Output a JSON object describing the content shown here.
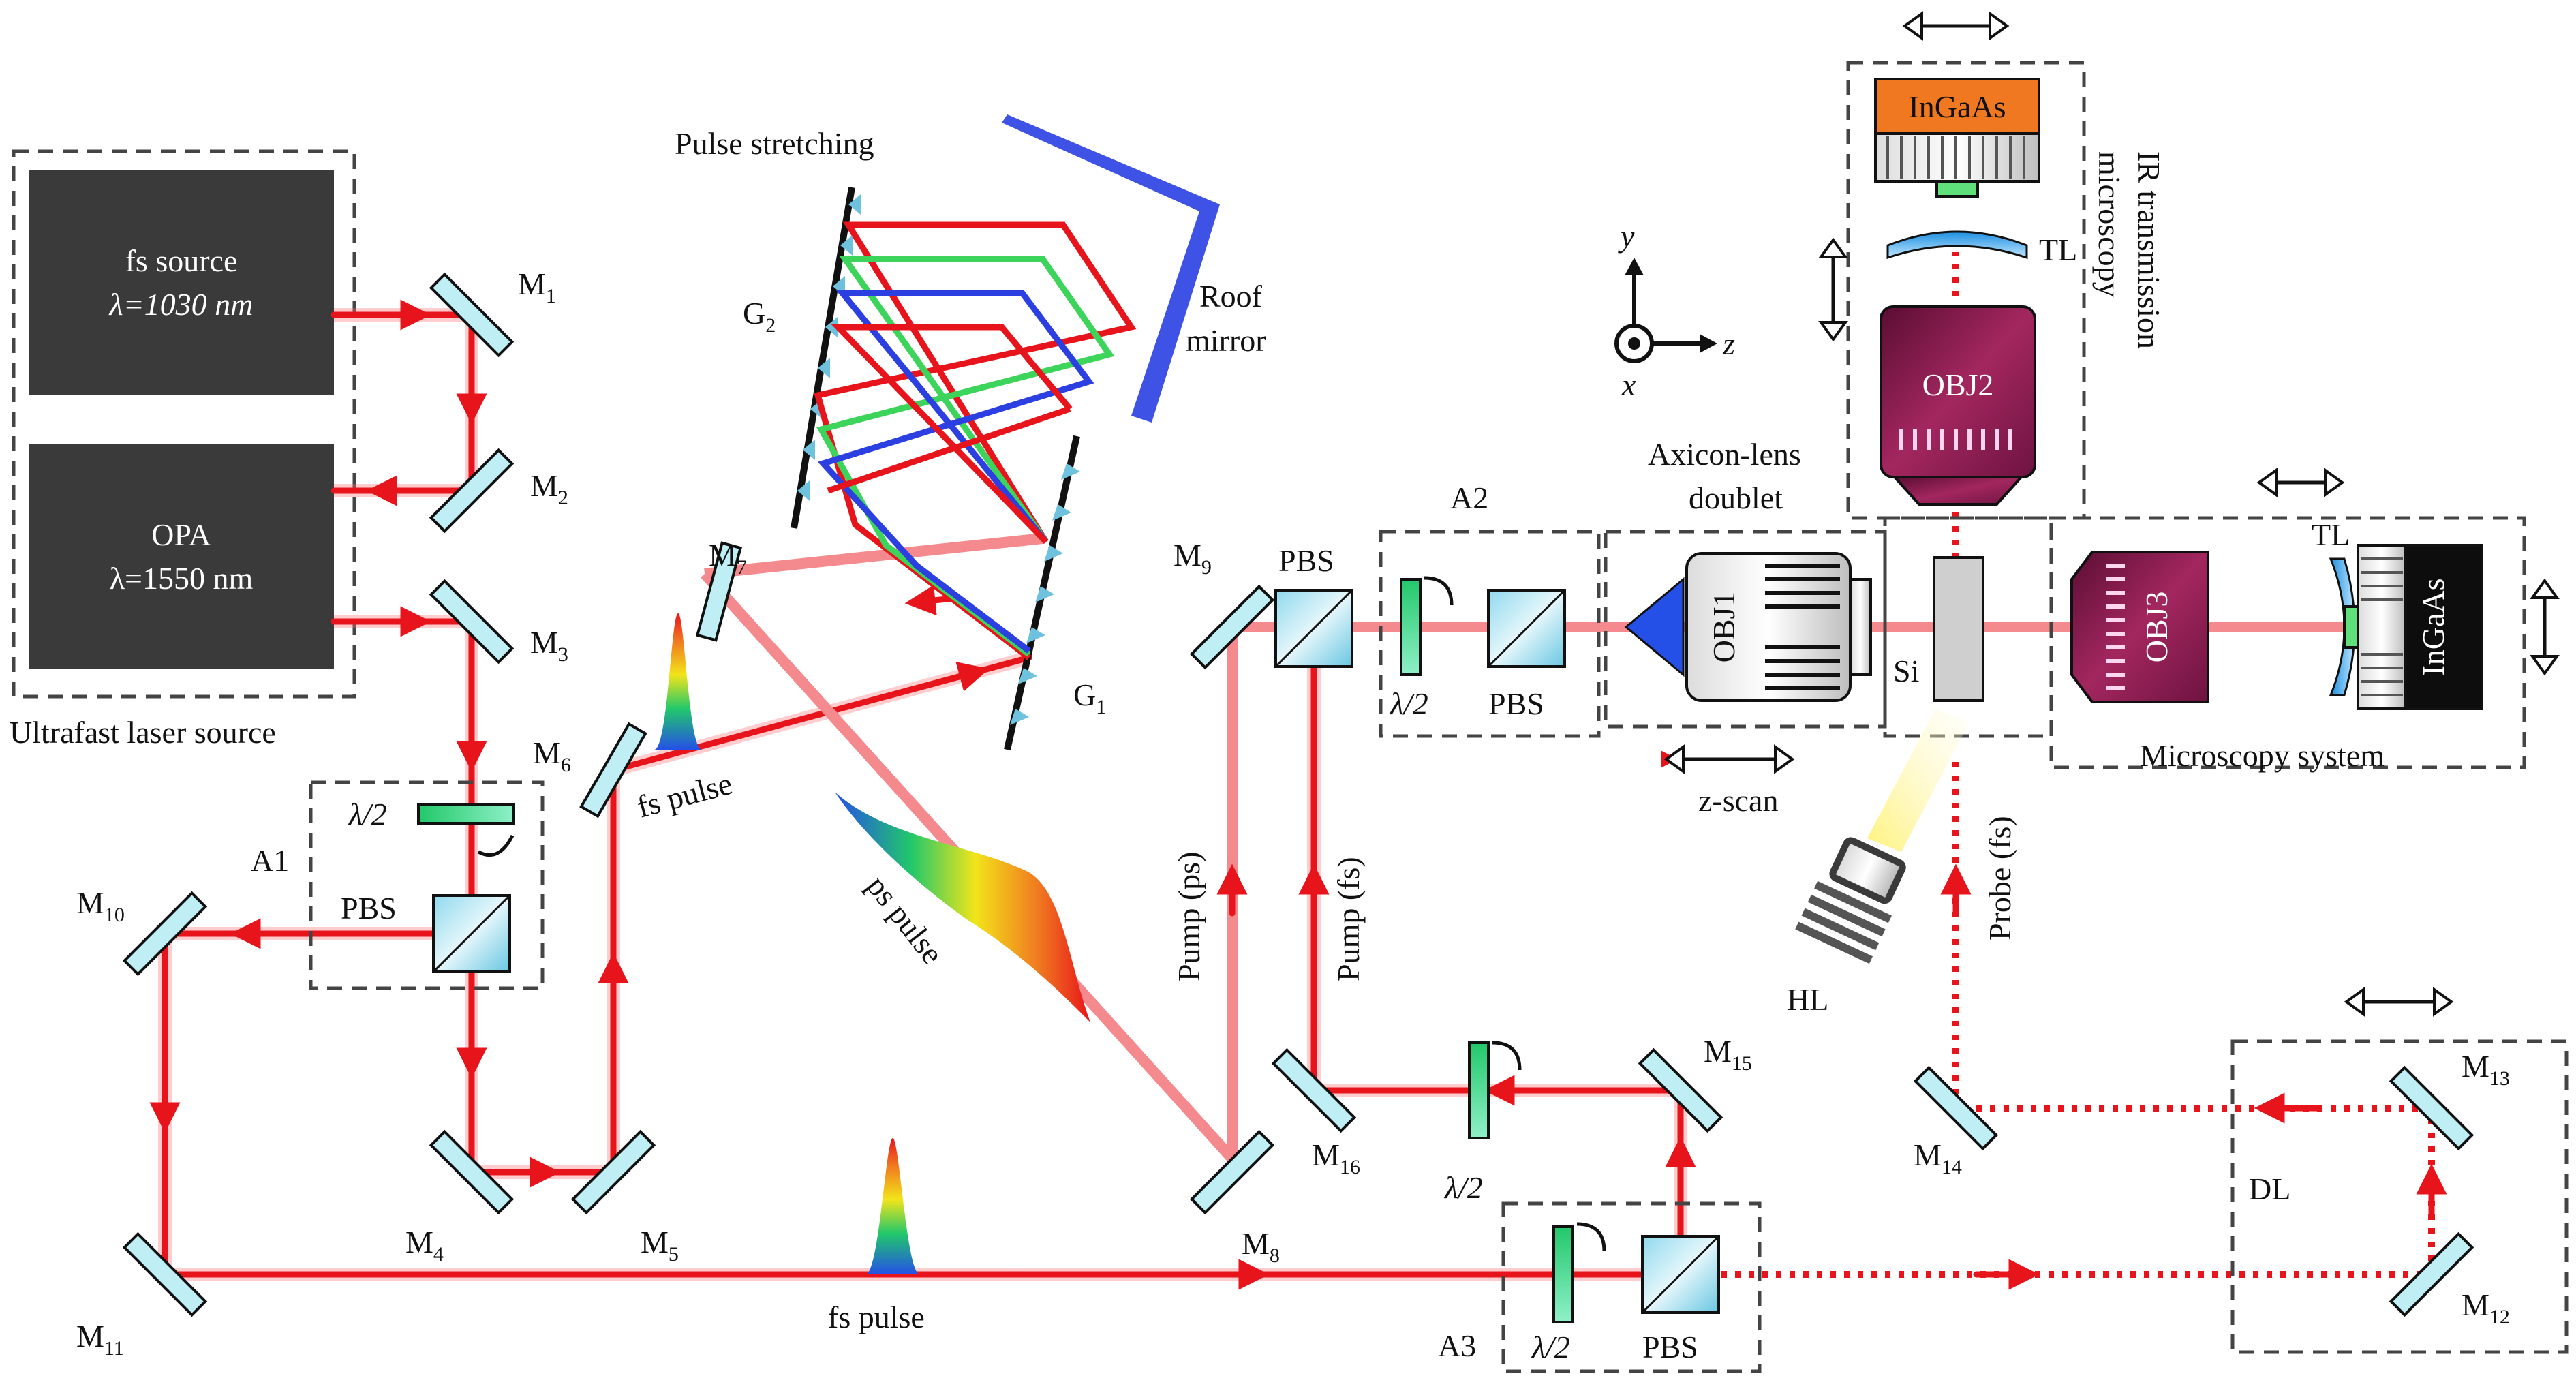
{
  "source_box": {
    "label": "Ultrafast laser source",
    "fs_source": {
      "line1": "fs source",
      "line2": "λ=1030 nm"
    },
    "opa": {
      "line1": "OPA",
      "line2": "λ=1550 nm"
    }
  },
  "stretcher": {
    "title": "Pulse stretching",
    "roof_mirror": {
      "line1": "Roof",
      "line2": "mirror"
    },
    "grating_2": {
      "main": "G",
      "sub": "2"
    },
    "grating_1": {
      "main": "G",
      "sub": "1"
    }
  },
  "mirrors": [
    {
      "id": "M1",
      "main": "M",
      "sub": "1"
    },
    {
      "id": "M2",
      "main": "M",
      "sub": "2"
    },
    {
      "id": "M3",
      "main": "M",
      "sub": "3"
    },
    {
      "id": "M4",
      "main": "M",
      "sub": "4"
    },
    {
      "id": "M5",
      "main": "M",
      "sub": "5"
    },
    {
      "id": "M6",
      "main": "M",
      "sub": "6"
    },
    {
      "id": "M7",
      "main": "M",
      "sub": "7"
    },
    {
      "id": "M8",
      "main": "M",
      "sub": "8"
    },
    {
      "id": "M9",
      "main": "M",
      "sub": "9"
    },
    {
      "id": "M10",
      "main": "M",
      "sub": "10"
    },
    {
      "id": "M11",
      "main": "M",
      "sub": "11"
    },
    {
      "id": "M12",
      "main": "M",
      "sub": "12"
    },
    {
      "id": "M13",
      "main": "M",
      "sub": "13"
    },
    {
      "id": "M14",
      "main": "M",
      "sub": "14"
    },
    {
      "id": "M15",
      "main": "M",
      "sub": "15"
    },
    {
      "id": "M16",
      "main": "M",
      "sub": "16"
    }
  ],
  "attenuators": {
    "a1": {
      "label": "A1",
      "waveplate": "λ/2",
      "pbs": "PBS"
    },
    "a2": {
      "label": "A2",
      "waveplate": "λ/2",
      "pbs": "PBS"
    },
    "a3": {
      "label": "A3",
      "waveplate": "λ/2",
      "pbs": "PBS"
    }
  },
  "pump_branch": {
    "pbs": "PBS",
    "waveplate": "λ/2",
    "pump_ps": "Pump (ps)",
    "pump_fs": "Pump (fs)"
  },
  "pulses": {
    "fs_upper": "fs pulse",
    "ps": "ps pulse",
    "fs_lower": "fs pulse"
  },
  "axicon": {
    "line1": "Axicon-lens",
    "line2": "doublet",
    "objective": "OBJ1",
    "scan": "z-scan"
  },
  "sample": {
    "label": "Si",
    "lamp": "HL",
    "probe": "Probe (fs)"
  },
  "ir_microscope": {
    "camera": "InGaAs",
    "tube_lens": "TL",
    "objective": "OBJ2",
    "title_line1": "IR transmission",
    "title_line2": "microscopy"
  },
  "side_microscope": {
    "camera": "InGaAs",
    "tube_lens": "TL",
    "objective": "OBJ3",
    "title": "Microscopy system"
  },
  "delay_line": {
    "label": "DL"
  },
  "axes": {
    "y": "y",
    "z": "z",
    "x": "x"
  },
  "colors": {
    "beam": "#e8141b",
    "pump_beam": "#f58a8e",
    "source_box": "#3a3a3a",
    "mirror": "#bfeff5",
    "objective": "#8e1853",
    "camera": "#f07820"
  }
}
